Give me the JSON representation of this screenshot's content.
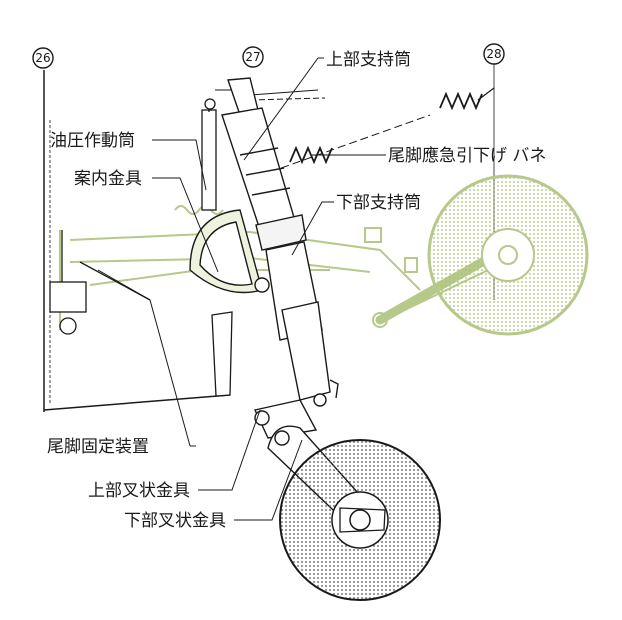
{
  "markers": {
    "m26": "26",
    "m27": "27",
    "m28": "28"
  },
  "labels": {
    "upper_support_tube": "上部支持筒",
    "hydraulic_cylinder": "油圧作動筒",
    "guide_fitting": "案内金具",
    "emergency_spring": "尾脚應急引下げ バネ",
    "lower_support_tube": "下部支持筒",
    "tail_lock_device": "尾脚固定装置",
    "upper_fork_fitting": "上部叉状金具",
    "lower_fork_fitting": "下部叉状金具"
  },
  "colors": {
    "ink": "#1a1a1a",
    "retracted": "#b6c98a",
    "wheel_dots": "#6b6b6b"
  }
}
